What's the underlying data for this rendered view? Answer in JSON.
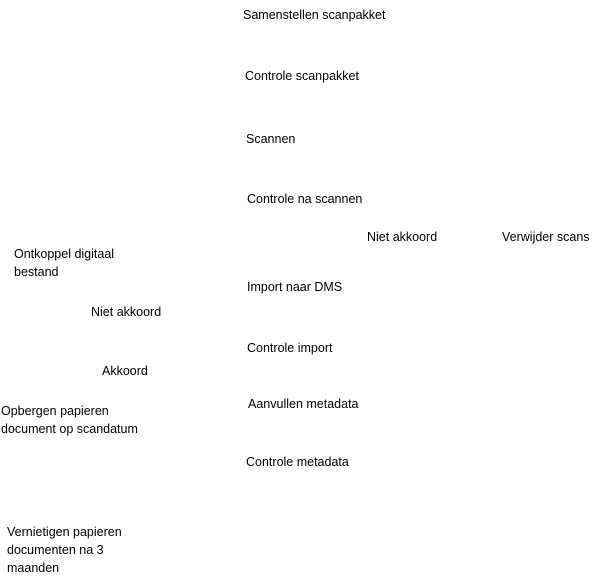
{
  "steps": {
    "s1": "Samenstellen scanpakket",
    "s2": "Controle scanpakket",
    "s3": "Scannen",
    "s4": "Controle na scannen",
    "s5": "Import naar DMS",
    "s6": "Controle import",
    "s7": "Aanvullen metadata",
    "s8": "Controle metadata"
  },
  "branches": {
    "niet_akkoord_1": "Niet akkoord",
    "verwijder_scans": "Verwijder scans",
    "ontkoppel": "Ontkoppel digitaal bestand",
    "niet_akkoord_2": "Niet akkoord",
    "akkoord": "Akkoord",
    "opbergen": "Opbergen papieren document op scandatum",
    "vernietigen": "Vernietigen papieren documenten na 3 maanden"
  }
}
